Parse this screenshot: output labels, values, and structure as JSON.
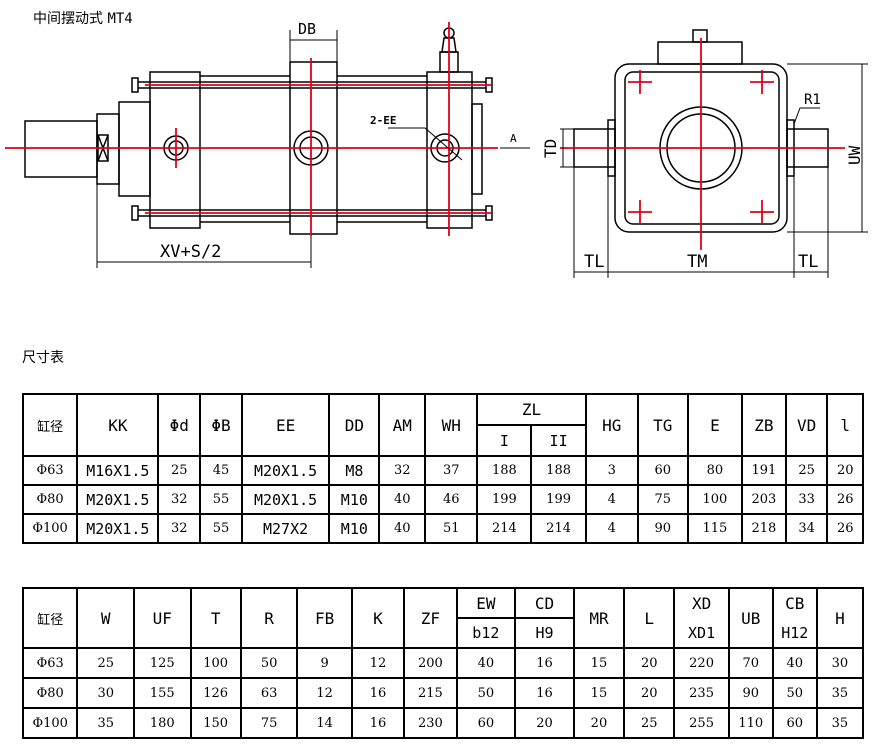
{
  "title": {
    "text": "中间摆动式",
    "code": "MT4"
  },
  "drawing": {
    "labels": {
      "db": "DB",
      "ee": "2-EE",
      "a": "A",
      "xv": "XV+S/2",
      "td": "TD",
      "r1": "R1",
      "uw": "UW",
      "tl_left": "TL",
      "tm": "TM",
      "tl_right": "TL"
    }
  },
  "section_label": "尺寸表",
  "table1": {
    "headers": [
      "缸径",
      "KK",
      "Φd",
      "ΦB",
      "EE",
      "DD",
      "AM",
      "WH",
      "ZL",
      "HG",
      "TG",
      "E",
      "ZB",
      "VD",
      "l"
    ],
    "zl_sub": [
      "I",
      "II"
    ],
    "rows": [
      [
        "Φ63",
        "M16X1.5",
        "25",
        "45",
        "M20X1.5",
        "M8",
        "32",
        "37",
        "188",
        "188",
        "3",
        "60",
        "80",
        "191",
        "25",
        "20"
      ],
      [
        "Φ80",
        "M20X1.5",
        "32",
        "55",
        "M20X1.5",
        "M10",
        "40",
        "46",
        "199",
        "199",
        "4",
        "75",
        "100",
        "203",
        "33",
        "26"
      ],
      [
        "Φ100",
        "M20X1.5",
        "32",
        "55",
        "M27X2",
        "M10",
        "40",
        "51",
        "214",
        "214",
        "4",
        "90",
        "115",
        "218",
        "34",
        "26"
      ]
    ]
  },
  "table2": {
    "headers": [
      "缸径",
      "W",
      "UF",
      "T",
      "R",
      "FB",
      "K",
      "ZF",
      "EW",
      "CD",
      "MR",
      "L",
      "XD",
      "UB",
      "CB",
      "H"
    ],
    "sub": {
      "ew": "b12",
      "cd": "H9",
      "xd": "XD1",
      "cb": "H12"
    },
    "rows": [
      [
        "Φ63",
        "25",
        "125",
        "100",
        "50",
        "9",
        "12",
        "200",
        "40",
        "16",
        "15",
        "20",
        "220",
        "70",
        "40",
        "30"
      ],
      [
        "Φ80",
        "30",
        "155",
        "126",
        "63",
        "12",
        "16",
        "215",
        "50",
        "16",
        "15",
        "20",
        "235",
        "90",
        "50",
        "35"
      ],
      [
        "Φ100",
        "35",
        "180",
        "150",
        "75",
        "14",
        "16",
        "230",
        "60",
        "20",
        "20",
        "25",
        "255",
        "110",
        "60",
        "35"
      ]
    ]
  }
}
